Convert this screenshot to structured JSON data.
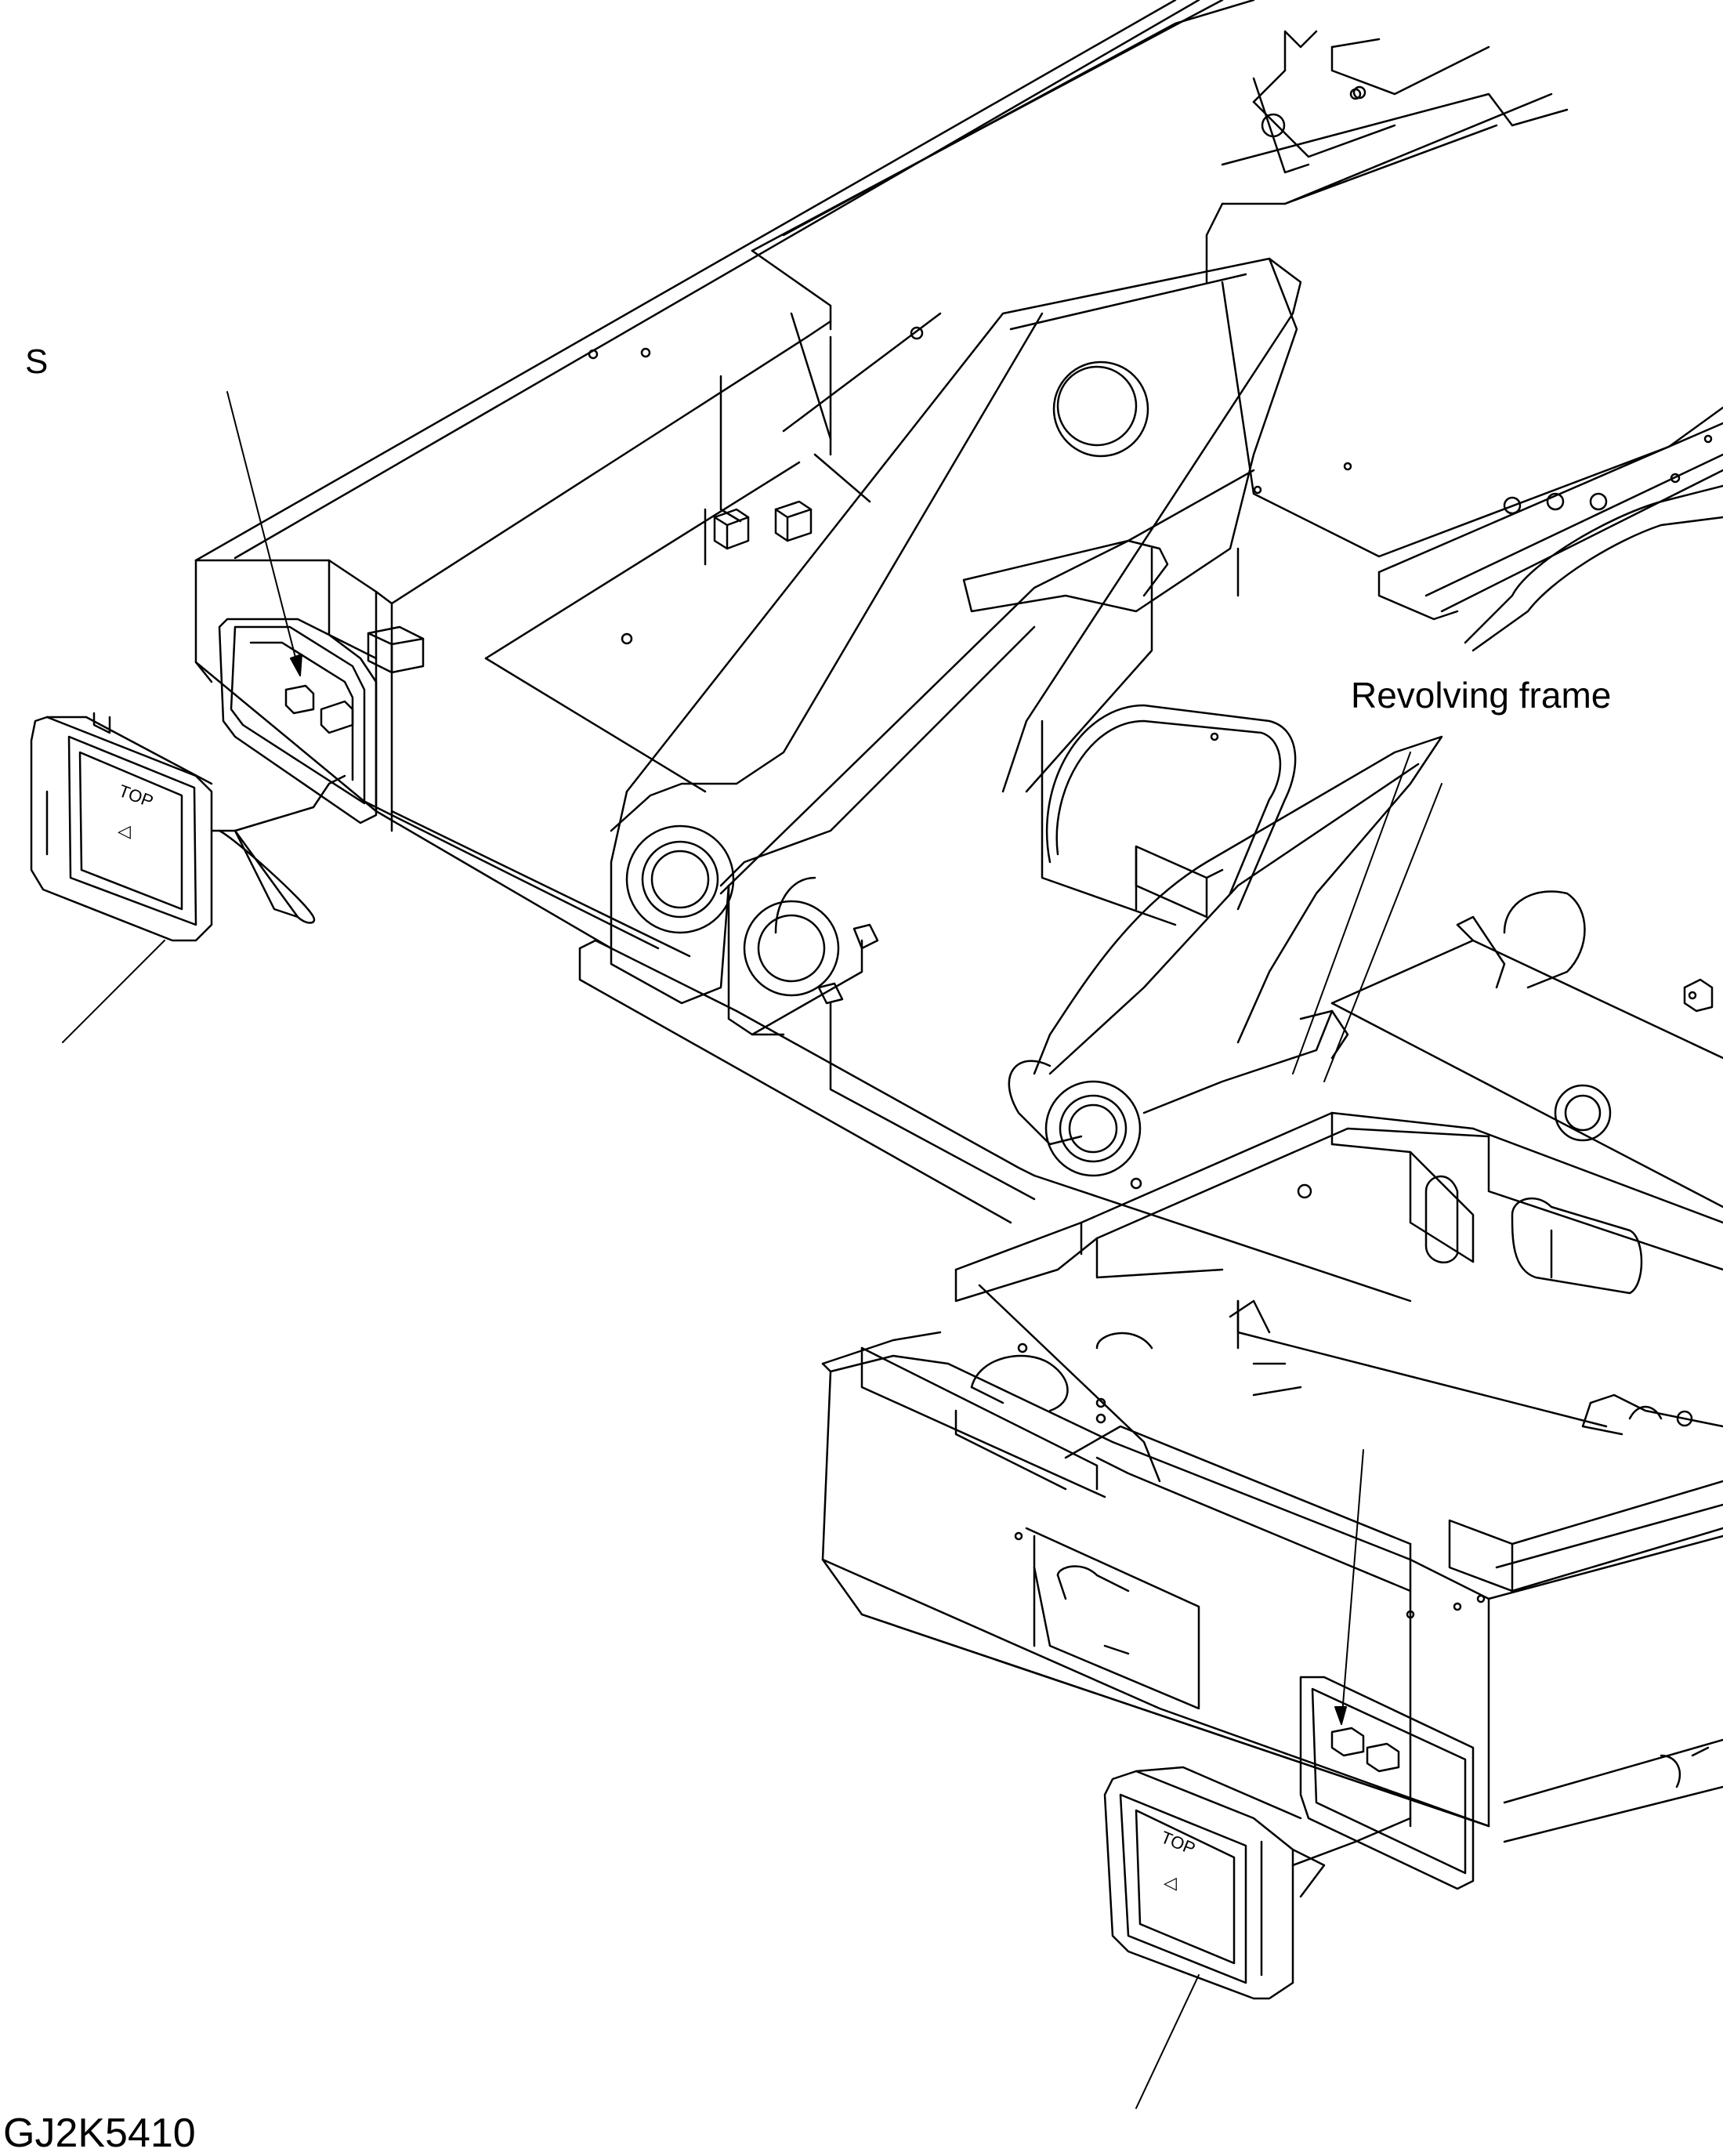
{
  "labels": {
    "callout_s": "S",
    "revolving_frame": "Revolving frame",
    "drawing_code": "GJ2K5410"
  },
  "lamp_face_text": {
    "top": "TOP",
    "arrow": "◁"
  },
  "colors": {
    "line": "#000000",
    "background": "#ffffff"
  }
}
